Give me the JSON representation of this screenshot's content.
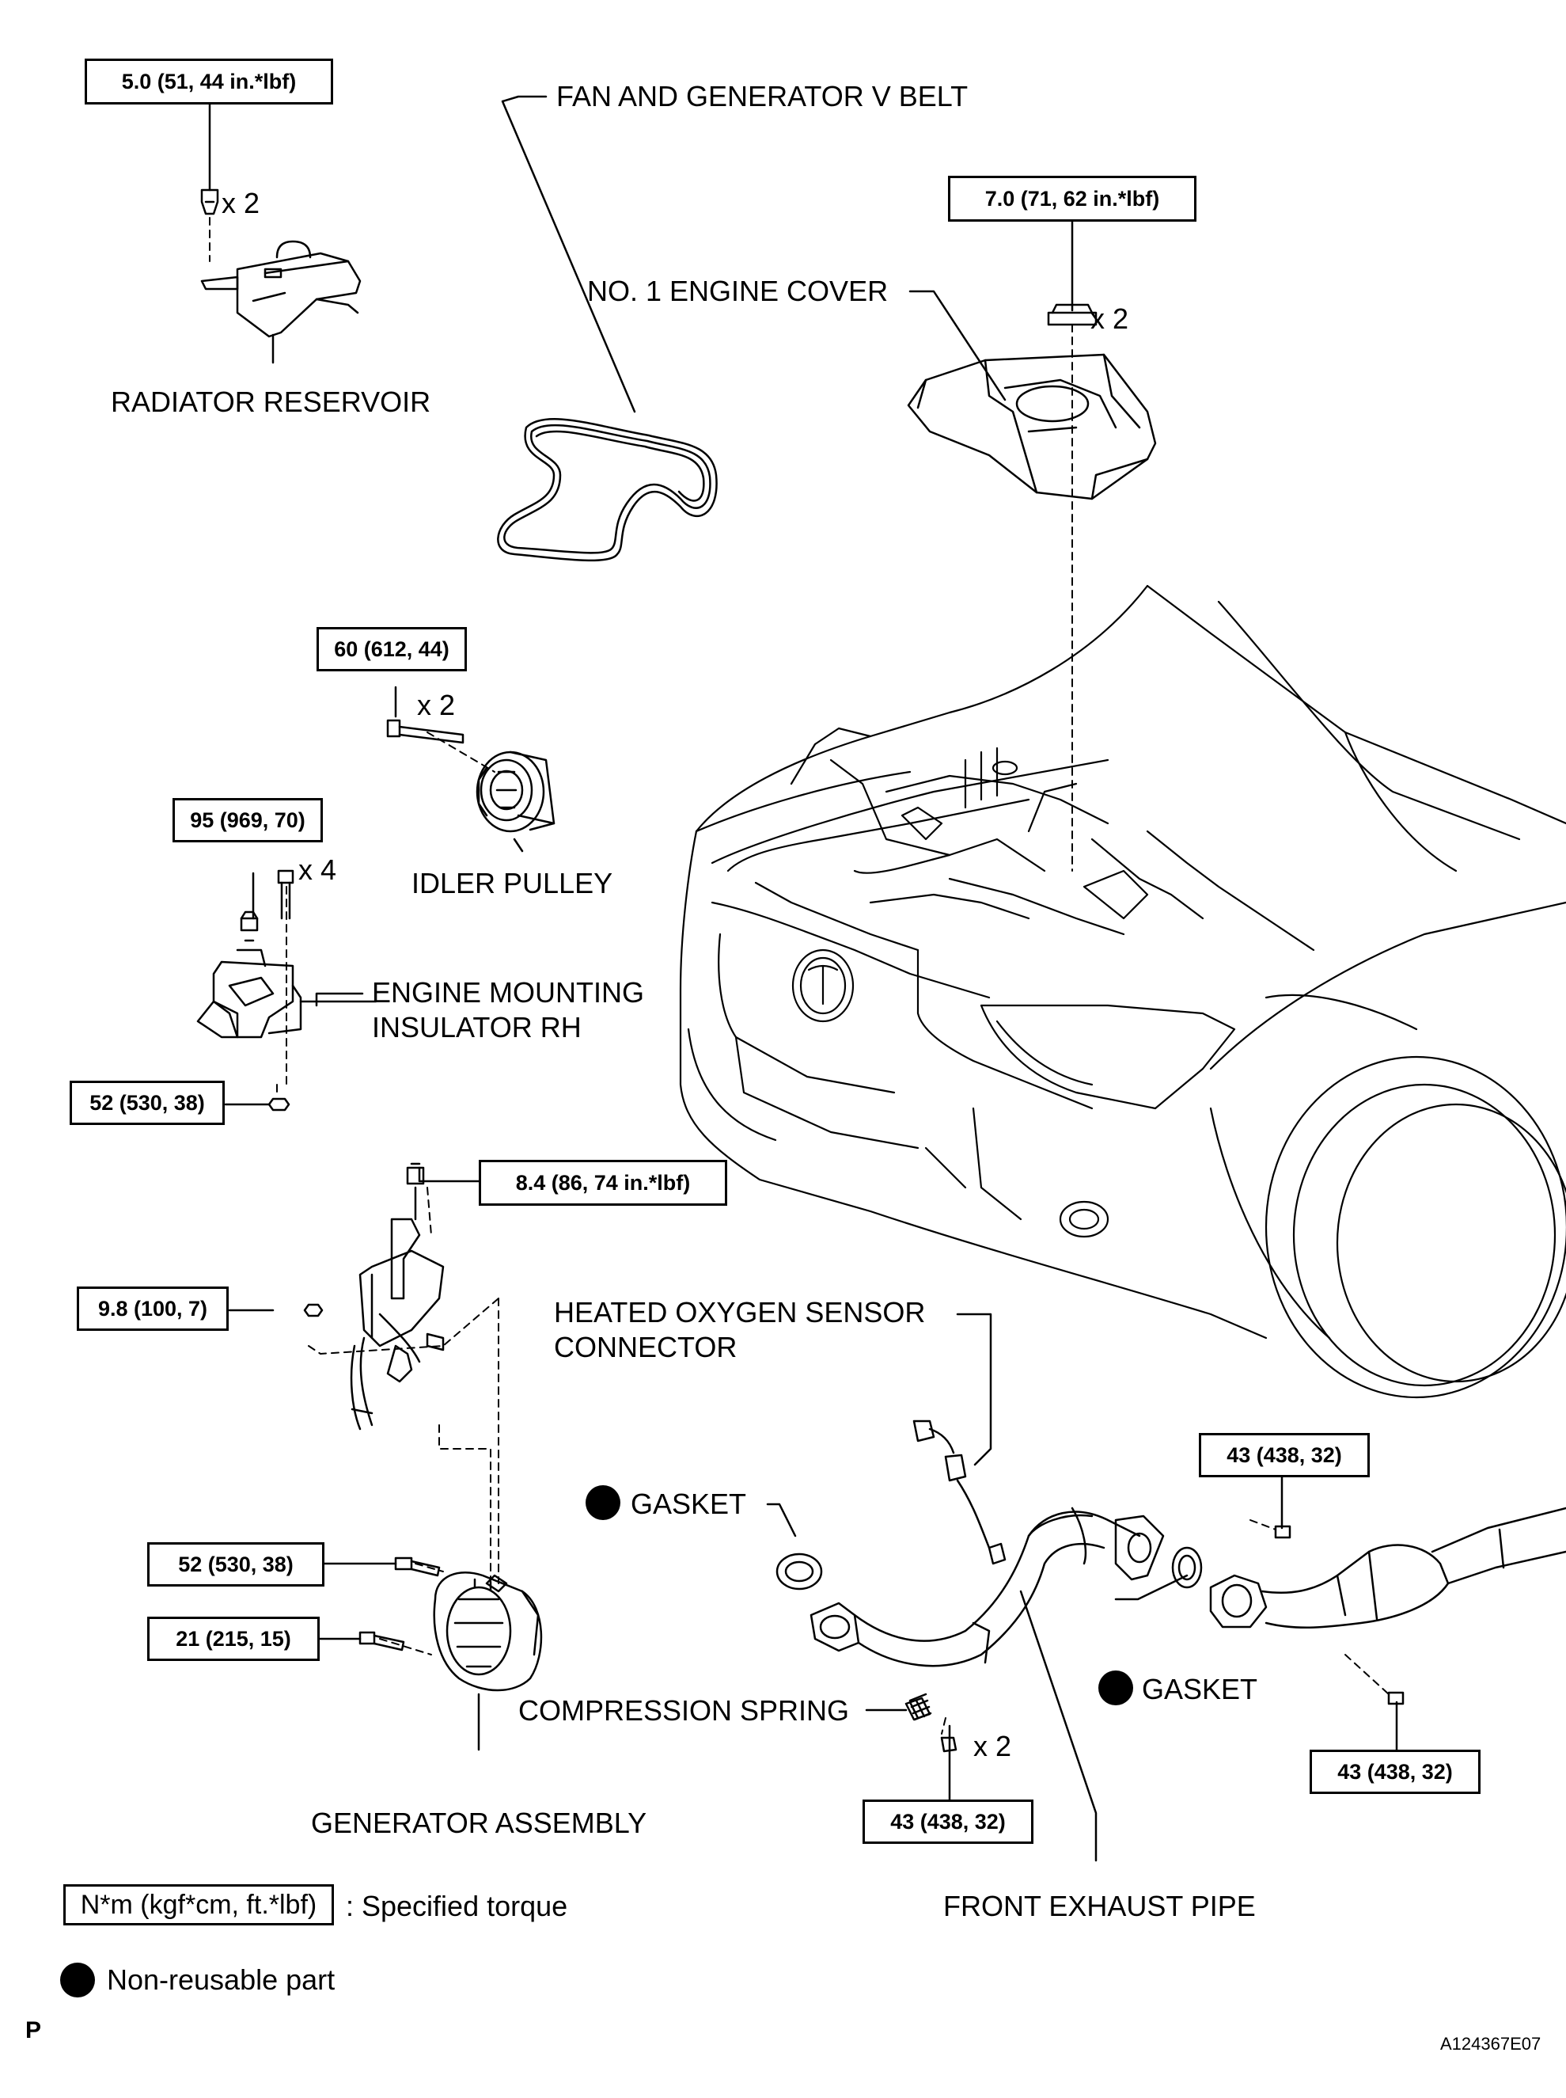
{
  "labels": {
    "fan_belt": "FAN AND GENERATOR V BELT",
    "radiator_reservoir": "RADIATOR RESERVOIR",
    "engine_cover": "NO. 1 ENGINE COVER",
    "idler_pulley": "IDLER PULLEY",
    "engine_mount_line1": "ENGINE MOUNTING",
    "engine_mount_line2": "INSULATOR RH",
    "o2_sensor_line1": "HEATED OXYGEN SENSOR",
    "o2_sensor_line2": "CONNECTOR",
    "gasket_left": "GASKET",
    "gasket_right": "GASKET",
    "compression_spring": "COMPRESSION SPRING",
    "generator_assembly": "GENERATOR ASSEMBLY",
    "front_exhaust_pipe": "FRONT EXHAUST PIPE"
  },
  "torques": {
    "radiator": "5.0 (51, 44 in.*lbf)",
    "engine_cover": "7.0 (71, 62 in.*lbf)",
    "idler": "60 (612, 44)",
    "mount_top": "95 (969, 70)",
    "mount_bottom": "52 (530, 38)",
    "bracket_top": "8.4 (86, 74 in.*lbf)",
    "bracket_left": "9.8 (100, 7)",
    "generator_upper": "52 (530, 38)",
    "generator_lower": "21 (215, 15)",
    "catalyst_top": "43 (438, 32)",
    "catalyst_bottom": "43 (438, 32)",
    "spring_bolt": "43 (438, 32)"
  },
  "quantities": {
    "radiator": "x 2",
    "engine_cover": "x 2",
    "idler": "x 2",
    "mount": "x 4",
    "spring_bolt": "x 2"
  },
  "legend": {
    "torque_box": "N*m (kgf*cm, ft.*lbf)",
    "torque_text": ": Specified torque",
    "nonreusable_text": "Non-reusable part"
  },
  "footer": {
    "page_letter": "P",
    "figure_id": "A124367E07"
  }
}
